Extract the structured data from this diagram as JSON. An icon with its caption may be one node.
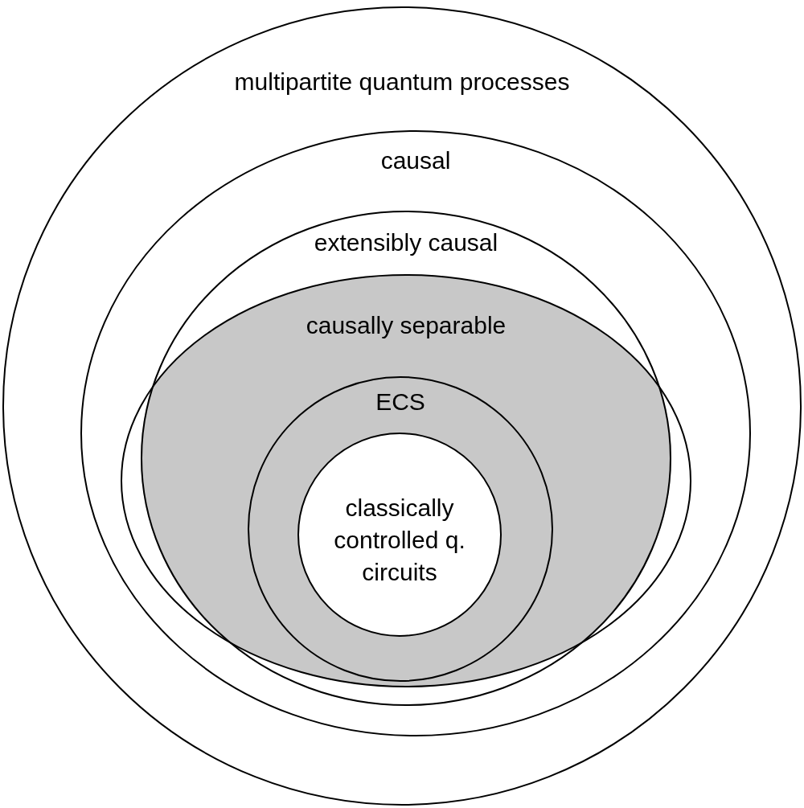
{
  "diagram": {
    "nodes": [
      {
        "text": [
          "multipartite quantum processes"
        ]
      },
      {
        "text": [
          "causal"
        ],
        "in": 0
      },
      {
        "text": [
          "extensibly causal"
        ],
        "in": 1
      },
      {
        "text": [
          "causally separable"
        ],
        "in": 1
      },
      {
        "text": [
          "ECS"
        ],
        "in": 3
      },
      {
        "text": [
          "classically controlled q. circuits"
        ],
        "in": 4
      }
    ]
  }
}
